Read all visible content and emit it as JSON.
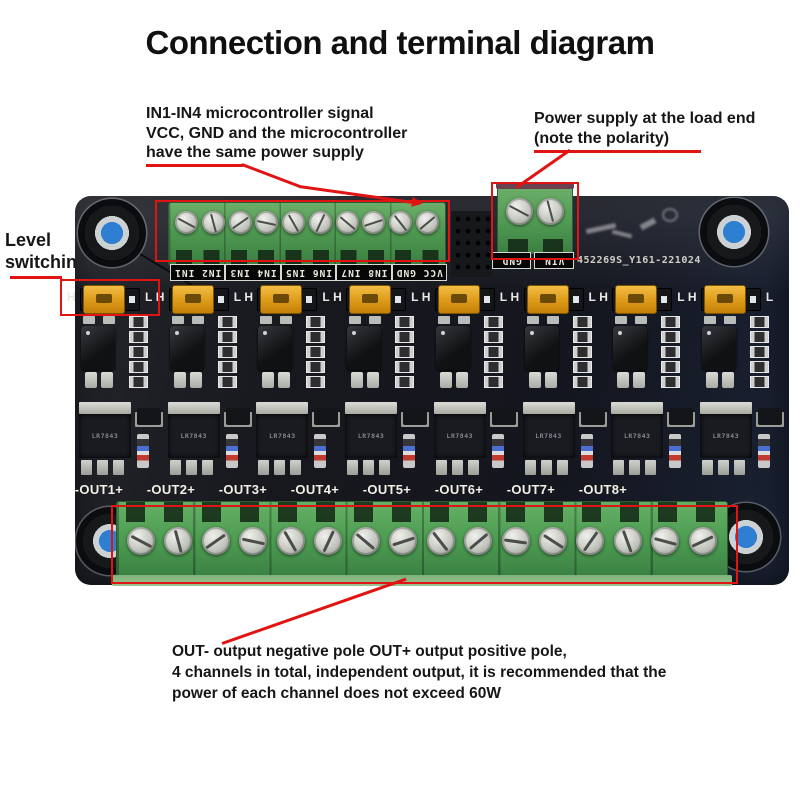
{
  "title": "Connection and terminal diagram",
  "callouts": {
    "input": {
      "line1": "IN1-IN4 microcontroller signal",
      "line2": "VCC, GND and the microcontroller",
      "line3": "have the same power supply"
    },
    "power": {
      "line1": "Power supply at the load end",
      "line2": "(note the polarity)"
    },
    "level": {
      "line1": "Level",
      "line2": "switching"
    },
    "output": {
      "line1": "OUT- output negative pole OUT+ output positive pole,",
      "line2": "4 channels in total, independent output, it is recommended that the",
      "line3": "power of each channel does not exceed 60W"
    }
  },
  "board": {
    "silkscreen_code": "452269S_Y161-221024",
    "input_terminal": {
      "screw_count": 10,
      "silk_labels_upside_down": [
        "VCC GND",
        "IN8 IN7",
        "IN6 IN5",
        "IN4 IN3",
        "IN2 IN1"
      ]
    },
    "power_terminal": {
      "screw_count": 2,
      "silk_labels_upside_down": [
        "VIN",
        "GND"
      ]
    },
    "channels": {
      "count": 8,
      "jumper_high": "H",
      "jumper_low": "L",
      "mosfet_label": "LR7843"
    },
    "output_terminal": {
      "screw_count": 16
    },
    "output_labels": [
      "-OUT1+",
      "-OUT2+",
      "-OUT3+",
      "-OUT4+",
      "-OUT5+",
      "-OUT6+",
      "-OUT7+",
      "-OUT8+"
    ]
  },
  "colors": {
    "annotation_red": "#e11414",
    "board_black": "#16171c",
    "terminal_green": "#55a155",
    "jumper_yellow": "#e8a82a",
    "hole_blue": "#2f7fd4",
    "silkscreen_white": "#eceade"
  }
}
